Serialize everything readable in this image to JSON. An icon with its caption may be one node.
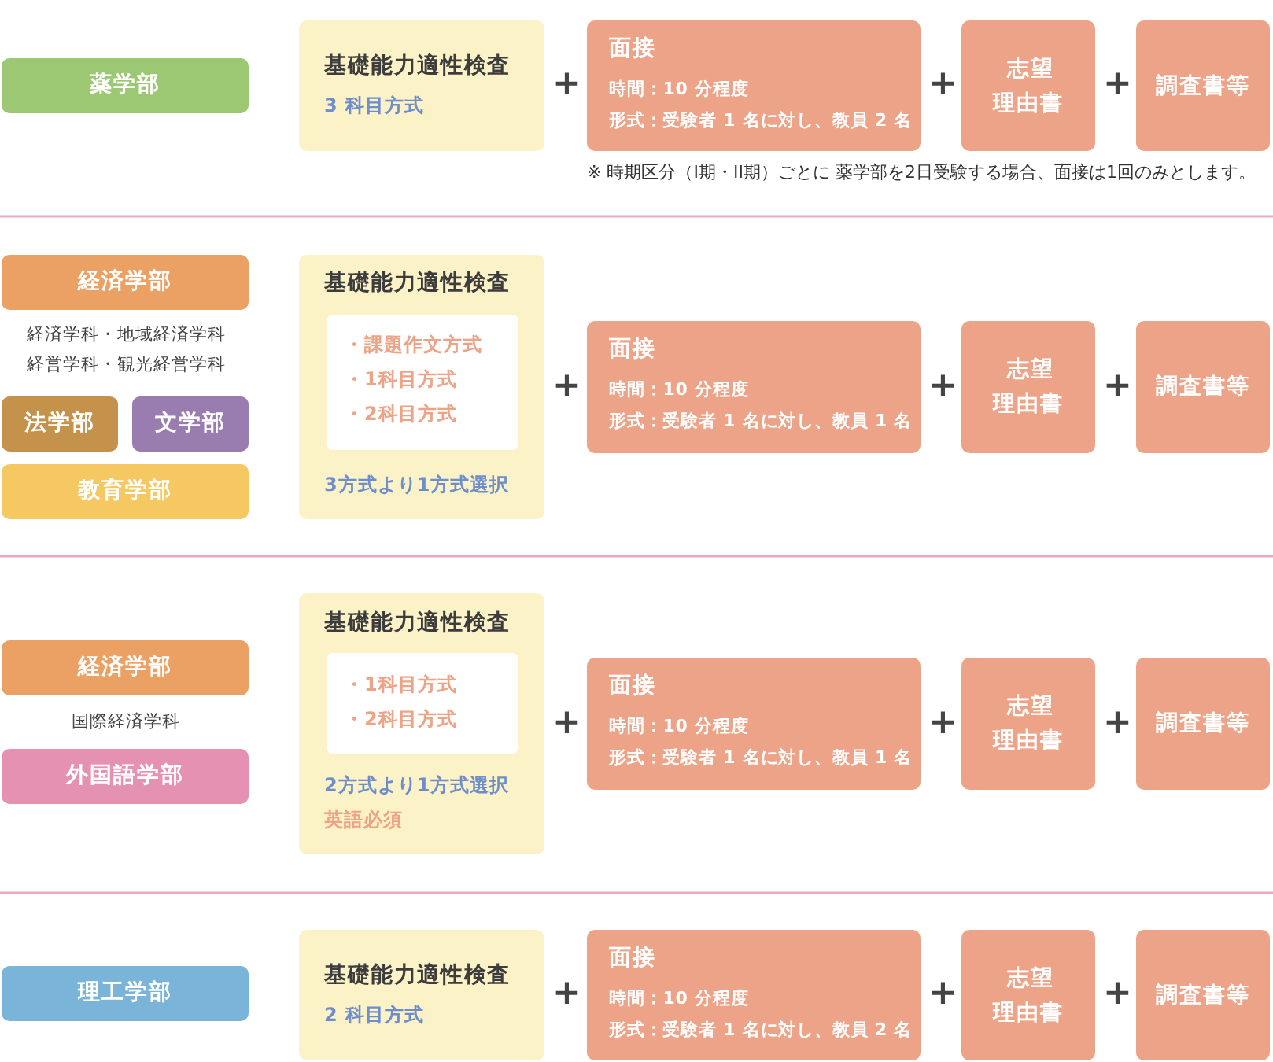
{
  "diagram": {
    "nodes": [
      {
        "text": [
          "薬学部"
        ]
      },
      {
        "text": [
          "基礎能力適性検査",
          "3 科目方式"
        ]
      },
      {
        "text": [
          "面接",
          "時間：10 分程度",
          "形式：受験者 1 名に対し、教員 2 名"
        ]
      },
      {
        "text": [
          "志望理由書"
        ]
      },
      {
        "text": [
          "調査書等"
        ]
      },
      {
        "text": [
          "経済学部"
        ],
        "beside": [
          "経済学科・地域経済学科経営学科・観光経営学科"
        ]
      },
      {
        "text": [
          "法学部"
        ]
      },
      {
        "text": [
          "文学部"
        ]
      },
      {
        "text": [
          "教育学部"
        ]
      },
      {
        "text": [
          "基礎能力適性検査",
          "3方式より1方式選択"
        ]
      },
      {
        "text": [
          "・課題作文方式",
          "・1科目方式",
          "・2科目方式"
        ],
        "in": 9
      },
      {
        "text": [
          "面接",
          "時間：10 分程度",
          "形式：受験者 1 名に対し、教員 1 名"
        ]
      },
      {
        "text": [
          "志望理由書"
        ]
      },
      {
        "text": [
          "調査書等"
        ]
      },
      {
        "text": [
          "経済学部"
        ],
        "beside": [
          "国際経済学科"
        ]
      },
      {
        "text": [
          "外国語学部"
        ]
      },
      {
        "text": [
          "基礎能力適性検査",
          "2方式より1方式選択",
          "英語必須"
        ]
      },
      {
        "text": [
          "・1科目方式",
          "・2科目方式"
        ],
        "in": 16
      },
      {
        "text": [
          "面接",
          "時間：10 分程度",
          "形式：受験者 1 名に対し、教員 1 名"
        ]
      },
      {
        "text": [
          "志望理由書"
        ]
      },
      {
        "text": [
          "調査書等"
        ]
      },
      {
        "text": [
          "理工学部"
        ]
      },
      {
        "text": [
          "基礎能力適性検査",
          "2 科目方式"
        ]
      },
      {
        "text": [
          "面接",
          "時間：10 分程度",
          "形式：受験者 1 名に対し、教員 2 名"
        ]
      },
      {
        "text": [
          "志望理由書"
        ]
      },
      {
        "text": [
          "調査書等"
        ]
      }
    ],
    "labels": [
      "+",
      "+",
      "+",
      "※ 時期区分（I期・II期）ごとに 薬学部を2日受験する場合、面接は1回のみとします。",
      "+",
      "+",
      "+",
      "+",
      "+",
      "+",
      "+",
      "+",
      "+"
    ]
  }
}
